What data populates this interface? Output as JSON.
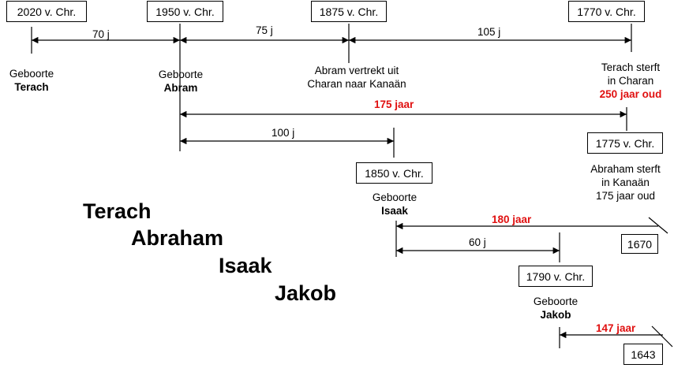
{
  "dates": {
    "terach_birth": "2020 v. Chr.",
    "abram_birth": "1950 v. Chr.",
    "abram_leaves": "1875 v. Chr.",
    "terach_death": "1770 v. Chr.",
    "abraham_death": "1775 v. Chr.",
    "isaak_birth": "1850 v. Chr.",
    "jakob_birth": "1790 v. Chr.",
    "isaak_death": "1670",
    "jakob_death": "1643"
  },
  "durations": {
    "d70": "70 j",
    "d75": "75 j",
    "d105": "105 j",
    "abraham_life": "175 jaar",
    "d100": "100 j",
    "isaak_life": "180 jaar",
    "d60": "60 j",
    "jakob_life": "147 jaar"
  },
  "events": {
    "terach_birth_1": "Geboorte",
    "terach_birth_2": "Terach",
    "abram_birth_1": "Geboorte",
    "abram_birth_2": "Abram",
    "abram_leaves_1": "Abram vertrekt uit",
    "abram_leaves_2": "Charan naar Kanaän",
    "terach_death_1": "Terach sterft",
    "terach_death_2": "in Charan",
    "terach_death_3": "250 jaar oud",
    "abraham_death_1": "Abraham sterft",
    "abraham_death_2": "in Kanaän",
    "abraham_death_3": "175 jaar oud",
    "isaak_birth_1": "Geboorte",
    "isaak_birth_2": "Isaak",
    "jakob_birth_1": "Geboorte",
    "jakob_birth_2": "Jakob"
  },
  "names": [
    "Terach",
    "Abraham",
    "Isaak",
    "Jakob"
  ]
}
